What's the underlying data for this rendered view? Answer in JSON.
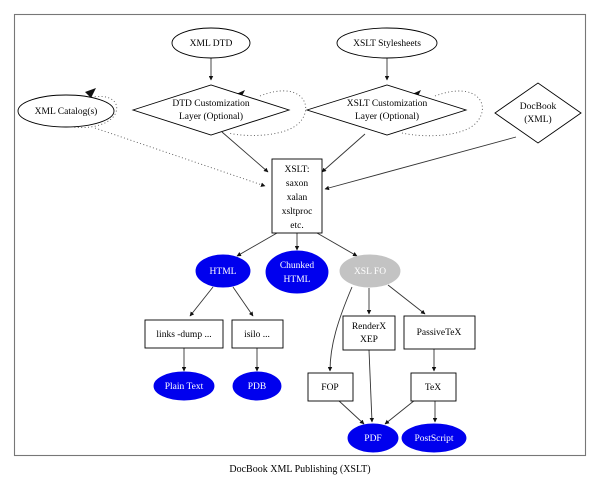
{
  "figure": {
    "caption": "DocBook XML Publishing (XSLT)",
    "colors": {
      "blue": "#0000EE",
      "gray": "#C3C3C3",
      "outline": "#000000",
      "edge": "#333333",
      "frame": "#777777",
      "background": "#FFFFFF"
    }
  },
  "nodes": {
    "xml_dtd": {
      "label": "XML DTD",
      "shape": "ellipse",
      "fill": "white"
    },
    "xslt_stylesheets": {
      "label": "XSLT Stylesheets",
      "shape": "ellipse",
      "fill": "white"
    },
    "xml_catalogs": {
      "label": "XML Catalog(s)",
      "shape": "ellipse",
      "fill": "white"
    },
    "dtd_customization": {
      "label_line1": "DTD Customization",
      "label_line2": "Layer (Optional)",
      "shape": "diamond",
      "fill": "white"
    },
    "xslt_customization": {
      "label_line1": "XSLT Customization",
      "label_line2": "Layer (Optional)",
      "shape": "diamond",
      "fill": "white"
    },
    "docbook": {
      "label_line1": "DocBook",
      "label_line2": "(XML)",
      "shape": "diamond",
      "fill": "white"
    },
    "xslt_processor": {
      "shape": "box",
      "fill": "white",
      "lines": [
        "XSLT:",
        "saxon",
        "xalan",
        "xsltproc",
        "etc."
      ]
    },
    "html": {
      "label": "HTML",
      "shape": "ellipse",
      "fill": "blue"
    },
    "chunked_html": {
      "label_line1": "Chunked",
      "label_line2": "HTML",
      "shape": "ellipse",
      "fill": "blue"
    },
    "xsl_fo": {
      "label": "XSL FO",
      "shape": "ellipse",
      "fill": "gray"
    },
    "links_dump": {
      "label": "links -dump ...",
      "shape": "box",
      "fill": "white"
    },
    "isilo": {
      "label": "isilo ...",
      "shape": "box",
      "fill": "white"
    },
    "renderx_xep": {
      "label_line1": "RenderX",
      "label_line2": "XEP",
      "shape": "box",
      "fill": "white"
    },
    "passivetex": {
      "label": "PassiveTeX",
      "shape": "box",
      "fill": "white"
    },
    "fop": {
      "label": "FOP",
      "shape": "box",
      "fill": "white"
    },
    "tex": {
      "label": "TeX",
      "shape": "box",
      "fill": "white"
    },
    "plain_text": {
      "label": "Plain Text",
      "shape": "ellipse",
      "fill": "blue"
    },
    "pdb": {
      "label": "PDB",
      "shape": "ellipse",
      "fill": "blue"
    },
    "pdf": {
      "label": "PDF",
      "shape": "ellipse",
      "fill": "blue"
    },
    "postscript": {
      "label": "PostScript",
      "shape": "ellipse",
      "fill": "blue"
    }
  },
  "edges": [
    {
      "from": "xml_dtd",
      "to": "dtd_customization",
      "style": "solid"
    },
    {
      "from": "xslt_stylesheets",
      "to": "xslt_customization",
      "style": "solid"
    },
    {
      "from": "dtd_customization",
      "to": "dtd_customization",
      "style": "dotted"
    },
    {
      "from": "xslt_customization",
      "to": "xslt_customization",
      "style": "dotted"
    },
    {
      "from": "dtd_customization",
      "to": "xslt_processor",
      "style": "solid"
    },
    {
      "from": "xslt_customization",
      "to": "xslt_processor",
      "style": "solid"
    },
    {
      "from": "docbook",
      "to": "xslt_processor",
      "style": "solid"
    },
    {
      "from": "xml_catalogs",
      "to": "xslt_processor",
      "style": "dotted"
    },
    {
      "from": "xml_catalogs",
      "to": "xml_catalogs",
      "style": "dotted"
    },
    {
      "from": "xslt_processor",
      "to": "html",
      "style": "solid"
    },
    {
      "from": "xslt_processor",
      "to": "chunked_html",
      "style": "solid"
    },
    {
      "from": "xslt_processor",
      "to": "xsl_fo",
      "style": "solid"
    },
    {
      "from": "html",
      "to": "links_dump",
      "style": "solid"
    },
    {
      "from": "html",
      "to": "isilo",
      "style": "solid"
    },
    {
      "from": "links_dump",
      "to": "plain_text",
      "style": "solid"
    },
    {
      "from": "isilo",
      "to": "pdb",
      "style": "solid"
    },
    {
      "from": "xsl_fo",
      "to": "fop",
      "style": "solid"
    },
    {
      "from": "xsl_fo",
      "to": "renderx_xep",
      "style": "solid"
    },
    {
      "from": "xsl_fo",
      "to": "passivetex",
      "style": "solid"
    },
    {
      "from": "renderx_xep",
      "to": "pdf",
      "style": "solid"
    },
    {
      "from": "passivetex",
      "to": "tex",
      "style": "solid"
    },
    {
      "from": "fop",
      "to": "pdf",
      "style": "solid"
    },
    {
      "from": "tex",
      "to": "pdf",
      "style": "solid"
    },
    {
      "from": "tex",
      "to": "postscript",
      "style": "solid"
    }
  ]
}
